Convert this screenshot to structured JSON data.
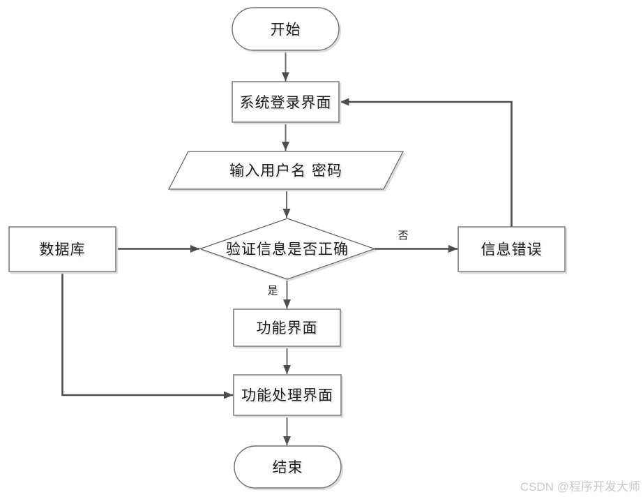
{
  "diagram_type": "flowchart",
  "nodes": {
    "start": {
      "label": "开始",
      "shape": "terminator"
    },
    "login": {
      "label": "系统登录界面",
      "shape": "process"
    },
    "input": {
      "label": "输入用户名 密码",
      "shape": "input-output"
    },
    "decision": {
      "label": "验证信息是否正确",
      "shape": "decision"
    },
    "database": {
      "label": "数据库",
      "shape": "process"
    },
    "error": {
      "label": "信息错误",
      "shape": "process"
    },
    "function_ui": {
      "label": "功能界面",
      "shape": "process"
    },
    "function_process": {
      "label": "功能处理界面",
      "shape": "process"
    },
    "end": {
      "label": "结束",
      "shape": "terminator"
    }
  },
  "edges": [
    {
      "from": "start",
      "to": "login",
      "label": ""
    },
    {
      "from": "login",
      "to": "input",
      "label": ""
    },
    {
      "from": "input",
      "to": "decision",
      "label": ""
    },
    {
      "from": "decision",
      "to": "error",
      "label": "否"
    },
    {
      "from": "decision",
      "to": "function_ui",
      "label": "是"
    },
    {
      "from": "database",
      "to": "decision",
      "label": ""
    },
    {
      "from": "error",
      "to": "login",
      "label": ""
    },
    {
      "from": "function_ui",
      "to": "function_process",
      "label": ""
    },
    {
      "from": "database",
      "to": "function_process",
      "label": ""
    },
    {
      "from": "function_process",
      "to": "end",
      "label": ""
    }
  ],
  "watermark": "CSDN @程序开发大师",
  "colors": {
    "background": "#ffffff",
    "shape_fill": "#ffffff",
    "shape_border": "#707070",
    "connector": "#4d4d4d",
    "text": "#1c1c1c",
    "shadow": "#dddddd",
    "watermark": "#cacaca"
  }
}
